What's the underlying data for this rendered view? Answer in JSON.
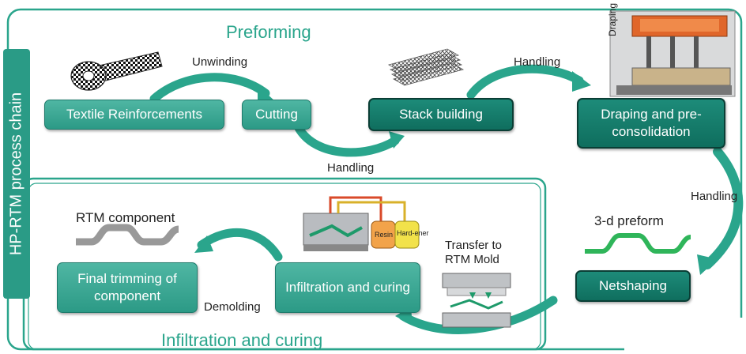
{
  "side_title": "HP-RTM process chain",
  "sections": {
    "preforming": "Preforming",
    "infiltration": "Infiltration and curing"
  },
  "steps": {
    "textile": "Textile Reinforcements",
    "cutting": "Cutting",
    "stack": "Stack building",
    "draping": "Draping and pre-consolidation",
    "netshaping": "Netshaping",
    "infiltration": "Infiltration and curing",
    "trimming": "Final trimming of component"
  },
  "transitions": {
    "unwinding": "Unwinding",
    "handling_1": "Handling",
    "handling_2": "Handling",
    "handling_3": "Handling",
    "transfer": "Transfer to RTM Mold",
    "demolding": "Demolding"
  },
  "annotations": {
    "preform": "3-d preform",
    "rtm_component": "RTM component",
    "draping_mold": "Draping mold",
    "resin": "Resin",
    "hardener": "Hard-ener"
  },
  "colors": {
    "box_light": "#3aa894",
    "box_dark": "#137a68",
    "arrow": "#2aa58c",
    "frame": "#2aa58c",
    "title": "#2aa58c"
  }
}
